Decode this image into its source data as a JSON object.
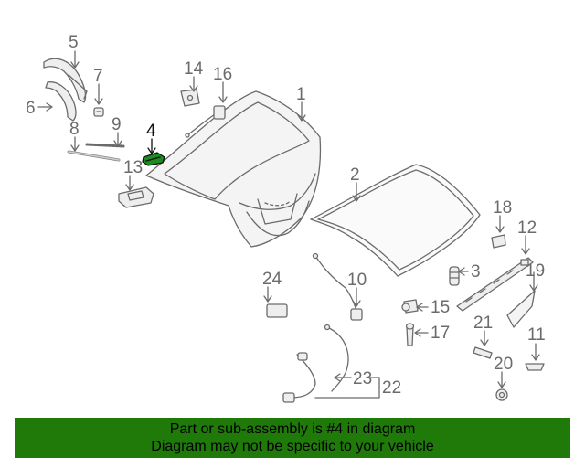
{
  "callouts": [
    {
      "id": "1",
      "text": "1"
    },
    {
      "id": "2",
      "text": "2"
    },
    {
      "id": "3",
      "text": "3"
    },
    {
      "id": "4",
      "text": "4"
    },
    {
      "id": "5",
      "text": "5"
    },
    {
      "id": "6",
      "text": "6"
    },
    {
      "id": "7",
      "text": "7"
    },
    {
      "id": "8",
      "text": "8"
    },
    {
      "id": "9",
      "text": "9"
    },
    {
      "id": "10",
      "text": "10"
    },
    {
      "id": "11",
      "text": "11"
    },
    {
      "id": "12",
      "text": "12"
    },
    {
      "id": "13",
      "text": "13"
    },
    {
      "id": "14",
      "text": "14"
    },
    {
      "id": "15",
      "text": "15"
    },
    {
      "id": "16",
      "text": "16"
    },
    {
      "id": "17",
      "text": "17"
    },
    {
      "id": "18",
      "text": "18"
    },
    {
      "id": "19",
      "text": "19"
    },
    {
      "id": "20",
      "text": "20"
    },
    {
      "id": "21",
      "text": "21"
    },
    {
      "id": "22",
      "text": "22"
    },
    {
      "id": "23",
      "text": "23"
    },
    {
      "id": "24",
      "text": "24"
    }
  ],
  "highlighted_part": "4",
  "colors": {
    "line": "#6b6b6b",
    "part_fill": "#eeeeee",
    "highlight": "#1f8a1f",
    "banner": "#1f7a0a"
  },
  "banner": {
    "line1": "Part or sub-assembly is #4 in diagram",
    "line2": "Diagram may not be specific to your vehicle"
  }
}
